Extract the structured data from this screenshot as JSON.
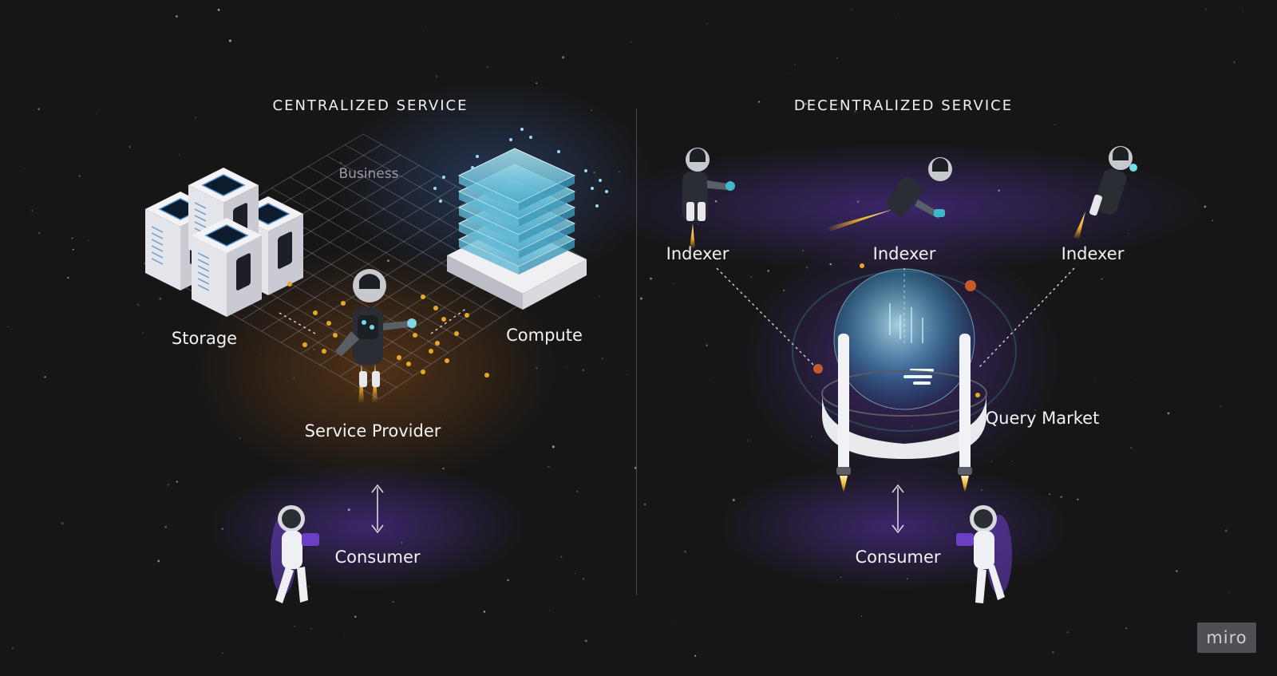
{
  "centralized": {
    "heading": "CENTRALIZED SERVICE",
    "business_label": "Business",
    "storage_label": "Storage",
    "compute_label": "Compute",
    "provider_label": "Service Provider",
    "consumer_label": "Consumer"
  },
  "decentralized": {
    "heading": "DECENTRALIZED SERVICE",
    "indexers": [
      "Indexer",
      "Indexer",
      "Indexer"
    ],
    "market_label": "Query Market",
    "consumer_label": "Consumer"
  },
  "brand": {
    "badge_text": "miro"
  },
  "colors": {
    "background": "#161616",
    "accent_cyan": "#7fd6e6",
    "accent_gold": "#e8a825",
    "accent_purple": "#6a3fc4",
    "text": "#f2f2f2"
  }
}
